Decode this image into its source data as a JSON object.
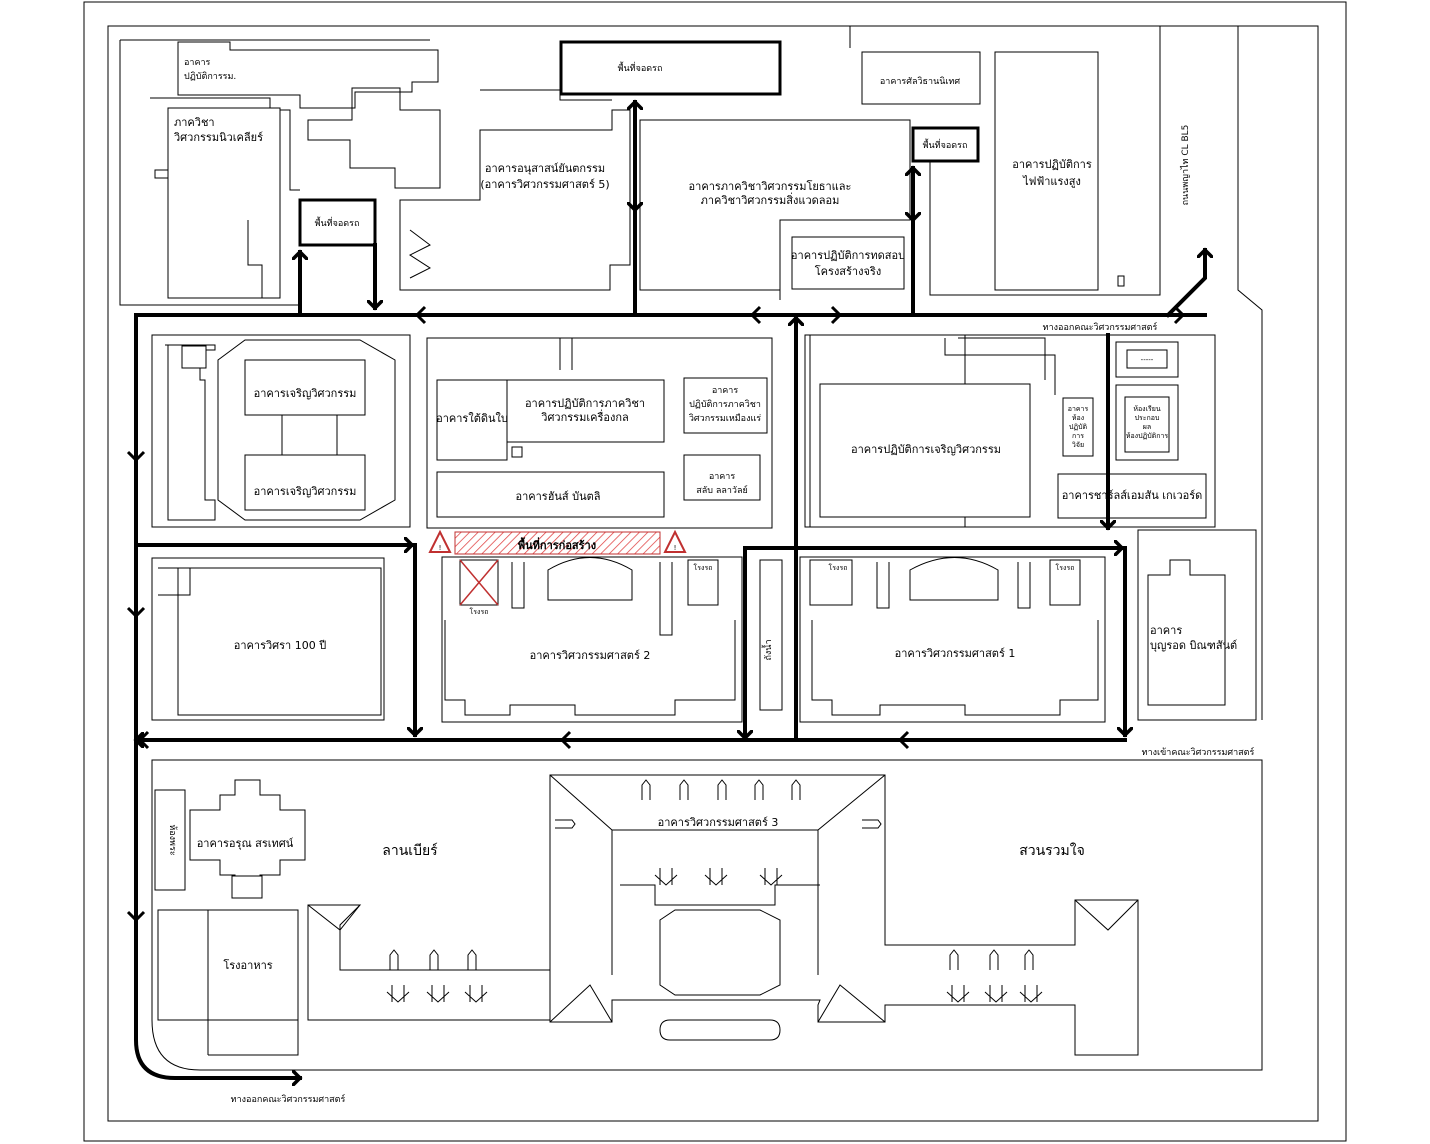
{
  "map": {
    "parking_lot": "พื้นที่จอดรถ",
    "buildings": {
      "practice_building": [
        "อาคาร",
        "ปฏิบัติการรม."
      ],
      "nuclear_dept": [
        "ภาควิชา",
        "วิศวกรรมนิวเคลียร์"
      ],
      "anusarn": [
        "อาคารอนุสาสน์ยันตกรรม",
        "(อาคารวิศวกรรมศาสตร์ 5)"
      ],
      "industrial_metal": [
        "อาคารภาควิชาวิศวกรรมโยธาและ",
        "ภาควิชาวิศวกรรมสิ่งแวดลอม"
      ],
      "structure_lab": [
        "อาคารปฏิบัติการทดสอบ",
        "โครงสร้างจริง"
      ],
      "sattha": "อาคารศัลวิธานนิเทศ",
      "high_voltage": [
        "อาคารปฏิบัติการ",
        "ไฟฟ้าแรงสูง"
      ],
      "charoen_1": "อาคารเจริญวิศวกรรม",
      "charoen_2": "อาคารเจริญวิศวกรรม",
      "hot_lab": "อาคารใต้ดินใบ",
      "mech_lab": [
        "อาคารปฏิบัติการภาควิชา",
        "วิศวกรรมเครื่องกล"
      ],
      "mining_lab": [
        "อาคาร",
        "ปฏิบัติการภาควิชา",
        "วิศวกรรมเหมืองแร่"
      ],
      "hans_bunti": "อาคารฮันส์ บันตลิ",
      "sala": [
        "อาคาร",
        "สลับ ลลาวัลย์"
      ],
      "charoen_practice": "อาคารปฏิบัติการเจริญวิศวกรรม",
      "small_a": [
        "อาคาร",
        "ห้อง",
        "ปฏิบัติ",
        "การ",
        "วิจัย"
      ],
      "small_b": [
        "ห้องเรียน",
        "ประกอบ",
        "ผล",
        "ห้องปฏิบัติการ"
      ],
      "small_c": "-----",
      "charles_edison": "อาคารชาร์ลส์เอมสัน เกเวอร์ด",
      "wisitra": "อาคารวิศรา 100 ปี",
      "eng2": "อาคารวิศวกรรมศาสตร์ 2",
      "eng1": "อาคารวิศวกรรมศาสตร์ 1",
      "boonrod": [
        "อาคาร",
        "บุญรอด บิณฑสันต์"
      ],
      "eng3": "อาคารวิศวกรรมศาสตร์ 3",
      "arun": "อาคารอรุณ สรเทศน์",
      "prayer_room": "ห้องพระ",
      "canteen": "โรงอาหาร"
    },
    "labels": {
      "garage": "โรงรถ",
      "water_tank": "ถังน้ำ",
      "construction": "พื้นที่การก่อสร้าง",
      "beer_court": "ลานเบียร์",
      "garden": "สวนรวมใจ",
      "exit_east": "ทางออกคณะวิศวกรรมศาสตร์",
      "entrance": "ทางเข้าคณะวิศวกรรมศาสตร์",
      "exit_south": "ทางออกคณะวิศวกรรมศาสตร์",
      "cl_road": "ถนนพญาไท CL BL5"
    }
  }
}
